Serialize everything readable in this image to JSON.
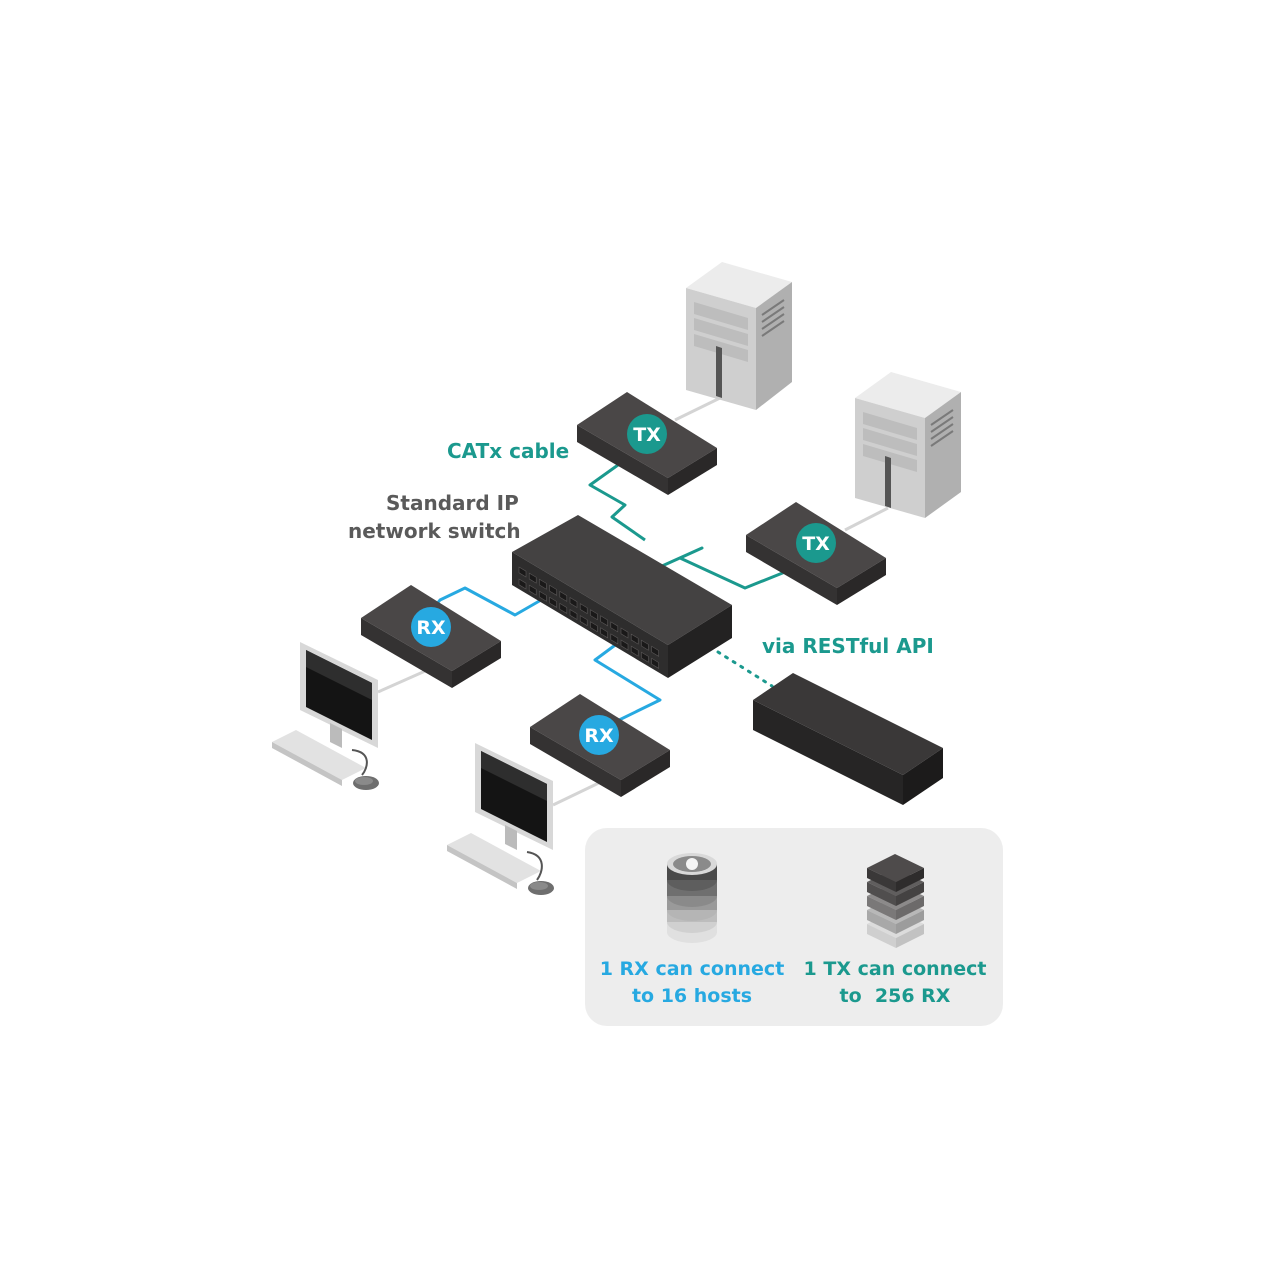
{
  "labels": {
    "catx_cable": "CATx cable",
    "switch_line1": "Standard IP",
    "switch_line2": "network switch",
    "restful_api": "via RESTful API"
  },
  "devices": {
    "tx_top": "TX",
    "tx_right": "TX",
    "rx_left": "RX",
    "rx_bottom": "RX"
  },
  "info": {
    "rx_line1": "1 RX can connect",
    "rx_line2": "to 16 hosts",
    "tx_line1": "1 TX can connect",
    "tx_line2": "to  256 RX"
  },
  "colors": {
    "teal_accent": "#1b998e",
    "blue_accent": "#27a9e1",
    "device_body": "#3d3b3b",
    "label_grey": "#5a5a5a",
    "panel_bg": "#ededed"
  }
}
